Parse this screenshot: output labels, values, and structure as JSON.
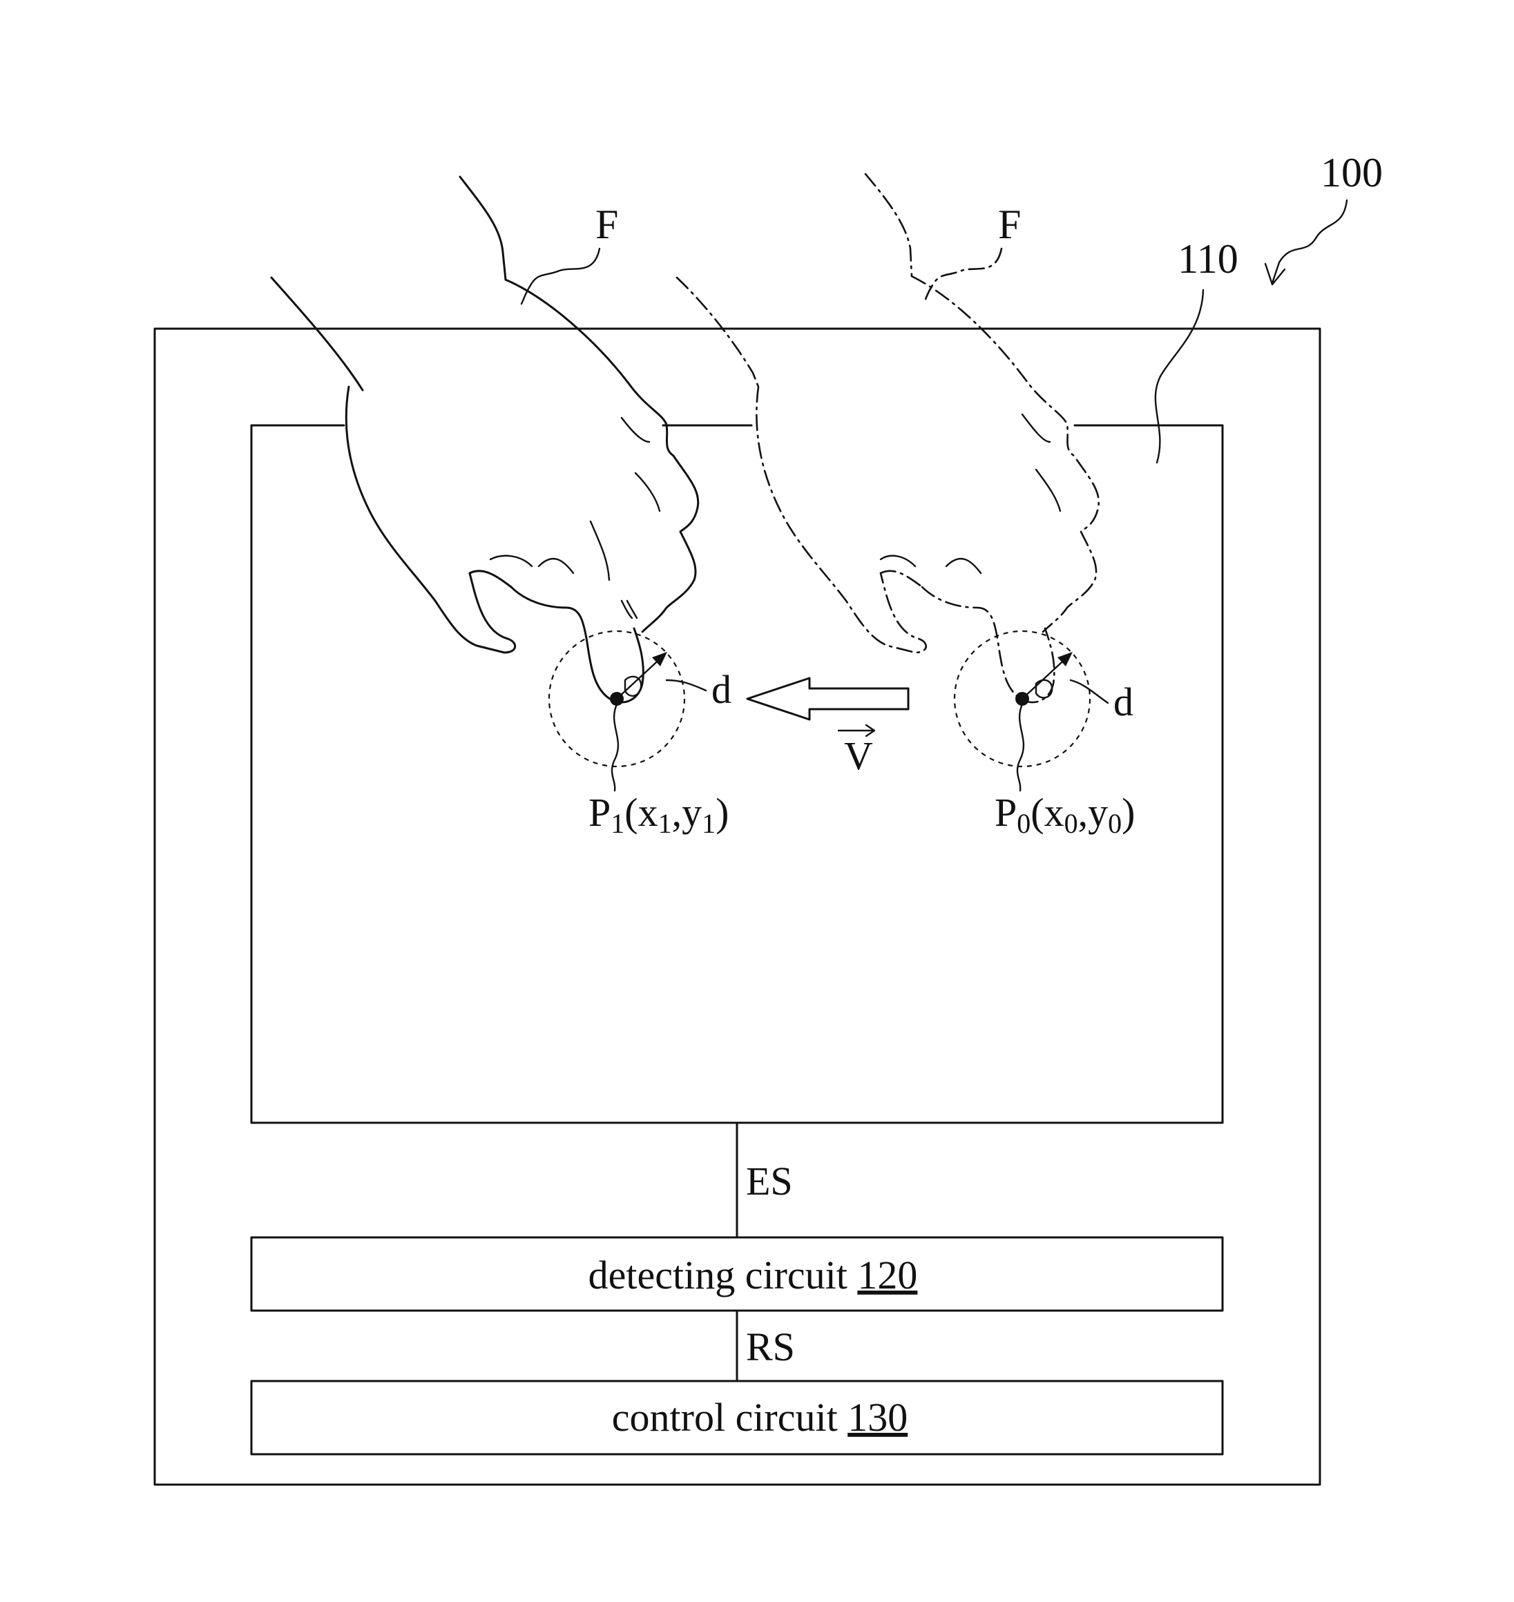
{
  "labels": {
    "device": "100",
    "panel": "110",
    "finger_left": "F",
    "finger_right": "F",
    "radius_left": "d",
    "radius_right": "d",
    "vector": "V",
    "p1_letter": "P",
    "p1_sub": "1",
    "p1_open": "(x",
    "p1_xsub": "1",
    "p1_mid": ",y",
    "p1_ysub": "1",
    "p1_close": ")",
    "p0_letter": "P",
    "p0_sub": "0",
    "p0_open": "(x",
    "p0_xsub": "0",
    "p0_mid": ",y",
    "p0_ysub": "0",
    "p0_close": ")",
    "es_signal": "ES",
    "rs_signal": "RS"
  },
  "boxes": {
    "detecting_text": "detecting circuit ",
    "detecting_num": "120",
    "control_text": "control circuit ",
    "control_num": "130"
  }
}
